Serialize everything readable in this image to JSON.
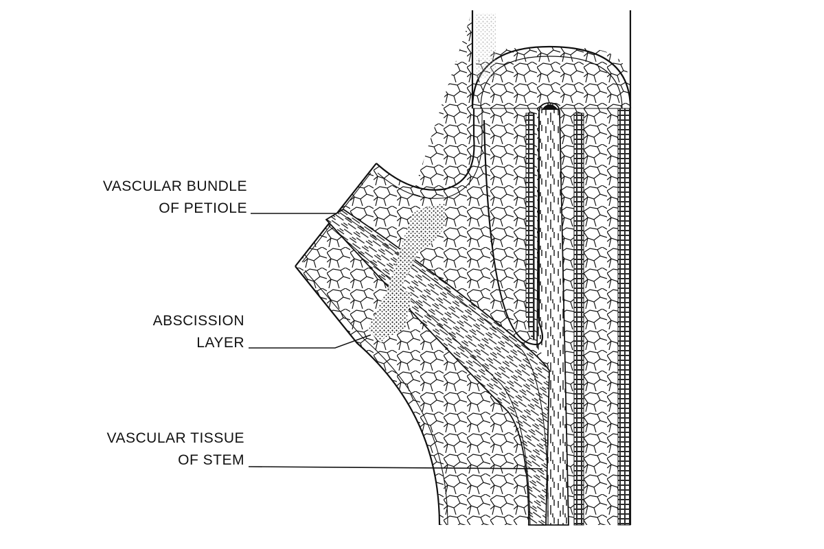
{
  "labels": {
    "vascular_bundle_line1": "VASCULAR BUNDLE",
    "vascular_bundle_line2": "OF PETIOLE",
    "abscission_line1": "ABSCISSION",
    "abscission_line2": "LAYER",
    "vascular_tissue_line1": "VASCULAR TISSUE",
    "vascular_tissue_line2": "OF STEM"
  },
  "colors": {
    "ink": "#111111",
    "paper": "#ffffff"
  }
}
